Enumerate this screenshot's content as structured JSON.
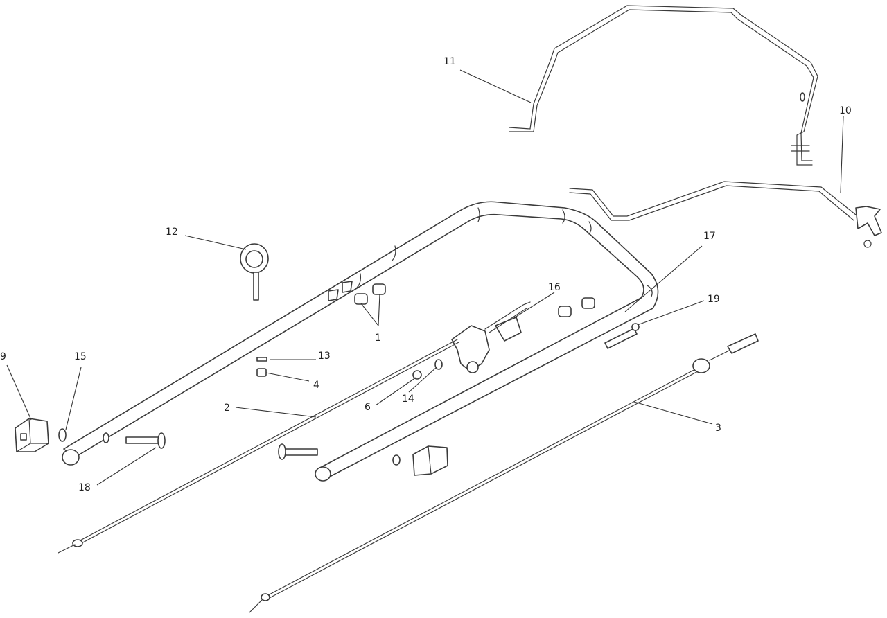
{
  "callouts": [
    {
      "id": "c1",
      "label": "1"
    },
    {
      "id": "c2",
      "label": "2"
    },
    {
      "id": "c3",
      "label": "3"
    },
    {
      "id": "c4",
      "label": "4"
    },
    {
      "id": "c6",
      "label": "6"
    },
    {
      "id": "c9",
      "label": "9"
    },
    {
      "id": "c10",
      "label": "10"
    },
    {
      "id": "c11",
      "label": "11"
    },
    {
      "id": "c12",
      "label": "12"
    },
    {
      "id": "c13",
      "label": "13"
    },
    {
      "id": "c14",
      "label": "14"
    },
    {
      "id": "c15",
      "label": "15"
    },
    {
      "id": "c16",
      "label": "16"
    },
    {
      "id": "c17",
      "label": "17"
    },
    {
      "id": "c18",
      "label": "18"
    },
    {
      "id": "c19",
      "label": "19"
    }
  ]
}
